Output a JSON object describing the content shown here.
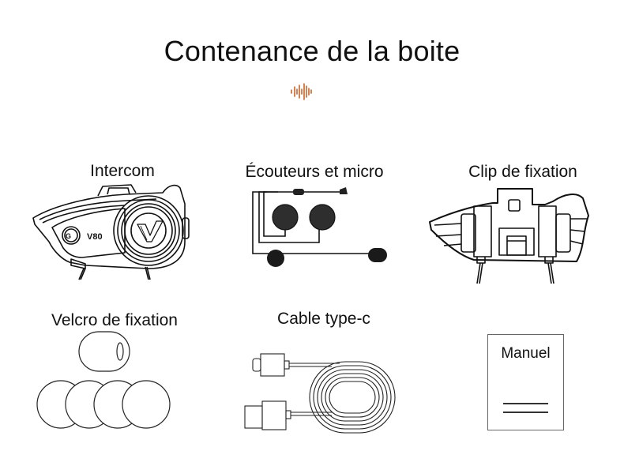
{
  "header": {
    "title": "Contenance de la boite",
    "decoration_icon": "sound-wave-icon",
    "accent_color": "#c8642a"
  },
  "items": [
    {
      "label": "Intercom",
      "icon": "intercom-device-illustration"
    },
    {
      "label": "Écouteurs et micro",
      "icon": "headset-earphones-mic-illustration"
    },
    {
      "label": "Clip de fixation",
      "icon": "mounting-clip-illustration"
    },
    {
      "label": "Velcro de fixation",
      "icon": "velcro-pads-illustration"
    },
    {
      "label": "Cable type-c",
      "icon": "usb-type-c-cable-illustration"
    },
    {
      "label": "",
      "icon": "manual-booklet-illustration"
    }
  ],
  "intercom": {
    "button_text": "G",
    "model_text": "V80"
  },
  "manual": {
    "label": "Manuel"
  }
}
